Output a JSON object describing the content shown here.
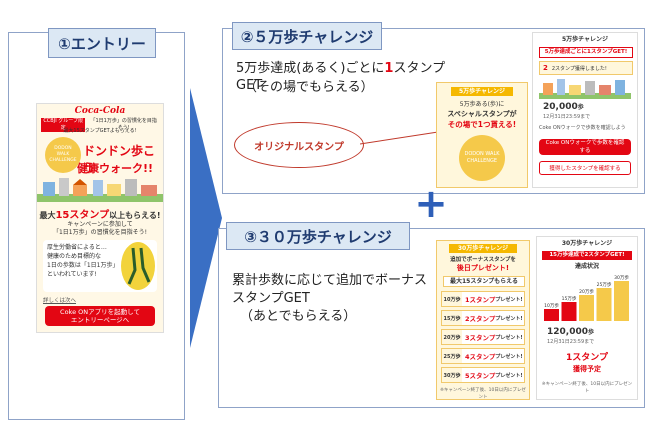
{
  "entry": {
    "header": "①エントリー",
    "brand": "Coca-Cola",
    "group_tag": "CCBJI グループ限定",
    "promo_line": "「1日1万歩」の習慣化を目指そう!",
    "stamp_line": "最大15スタンプGETよもらえる!",
    "challenge_badge": "DODON WALK CHALLENGE",
    "title_main": "ドンドン歩こう",
    "title_sub": "健康ウォーク!!",
    "max_stamps_prefix": "最大",
    "max_stamps_value": "15スタンプ",
    "max_stamps_suffix": "以上もらえる!",
    "campaign_line1": "キャンペーンに参加して",
    "campaign_line2": "「1日1万歩」の習慣化を目指そう!",
    "note_line1": "厚生労働省によると…",
    "note_line2": "健康のため目標的な",
    "note_line3": "1日の歩数は「1日1万歩」",
    "note_line4": "といわれています!",
    "details_link": "詳しくは次へ",
    "cta_button": "Coke ONアプリを起動して\nエントリーページへ"
  },
  "challenge_50k": {
    "header": "②５万歩チャレンジ",
    "desc_line1_pre": "5万歩達成(あるく)ごとに",
    "desc_line1_red": "1",
    "desc_line1_post": "スタンプGET",
    "desc_line2": "（その場でもらえる）",
    "oval_label": "オリジナルスタンプ",
    "card_tag": "5万歩チャレンジ",
    "card_line1": "5万歩ある(歩)に",
    "card_line2": "スペシャルスタンプが",
    "card_line3": "その場で1つ貰える!",
    "card_badge": "DODON WALK CHALLENGE",
    "phone_title": "5万歩チャレンジ",
    "phone_banner": "5万歩達成ごとに1スタンプGET!",
    "phone_step": "2",
    "phone_step_text": "2スタンプ獲得しました!",
    "phone_steps": "20,000",
    "phone_steps_unit": "歩",
    "phone_date": "12月31日23:59まで",
    "phone_note": "Coke ONウォークで歩数を確認しよう",
    "phone_btn1": "Coke ONウォークで歩数を確認する",
    "phone_btn2": "獲得したスタンプを確認する"
  },
  "plus": "+",
  "challenge_300k": {
    "header": "③３０万歩チャレンジ",
    "desc_line1": "累計歩数に応じて追加でボーナス",
    "desc_line2": "スタンプGET",
    "desc_line3": "（あとでもらえる）",
    "card_tag": "30万歩チャレンジ",
    "card_line1": "追加でボーナススタンプを",
    "card_line2": "後日プレゼント!",
    "card_line3": "最大15スタンプもらえる",
    "rewards": [
      {
        "steps": "10万歩",
        "stamps": "1スタンプ",
        "suffix": "プレゼント!"
      },
      {
        "steps": "15万歩",
        "stamps": "2スタンプ",
        "suffix": "プレゼント!"
      },
      {
        "steps": "20万歩",
        "stamps": "3スタンプ",
        "suffix": "プレゼント!"
      },
      {
        "steps": "25万歩",
        "stamps": "4スタンプ",
        "suffix": "プレゼント!"
      },
      {
        "steps": "30万歩",
        "stamps": "5スタンプ",
        "suffix": "プレゼント!"
      }
    ],
    "card_footer": "※キャンペーン終了後、10日以内にプレゼント",
    "phone_title": "30万歩チャレンジ",
    "phone_banner": "15万歩達成で2スタンプGET!",
    "phone_sub": "達成状況",
    "bar_labels": [
      "10万歩",
      "15万歩",
      "20万歩",
      "25万歩",
      "30万歩"
    ],
    "phone_steps": "120,000",
    "phone_steps_unit": "歩",
    "phone_date": "12月31日23:59まで",
    "phone_result_value": "1スタンプ",
    "phone_result_label": "獲得予定",
    "phone_footer": "※キャンペーン終了後、10日以内にプレゼント"
  },
  "colors": {
    "accent_red": "#e30613",
    "panel_border": "#8fa3c8",
    "header_bg": "#dce8f4",
    "arrow_blue": "#3a6fc4",
    "plus_blue": "#2e5fb8",
    "yellow": "#f5b800"
  }
}
